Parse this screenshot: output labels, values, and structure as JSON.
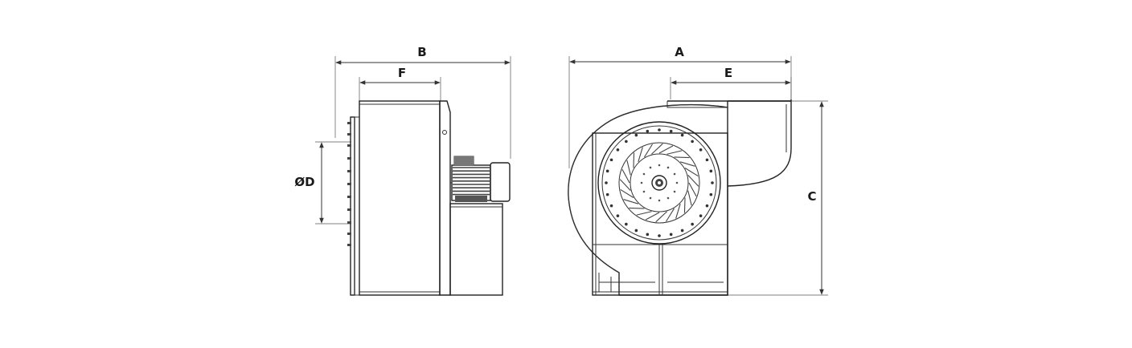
{
  "dimensions": {
    "a": "A",
    "b": "B",
    "c": "C",
    "d": "ØD",
    "e": "E",
    "f": "F"
  },
  "colors": {
    "line": "#333333",
    "background": "#ffffff"
  }
}
